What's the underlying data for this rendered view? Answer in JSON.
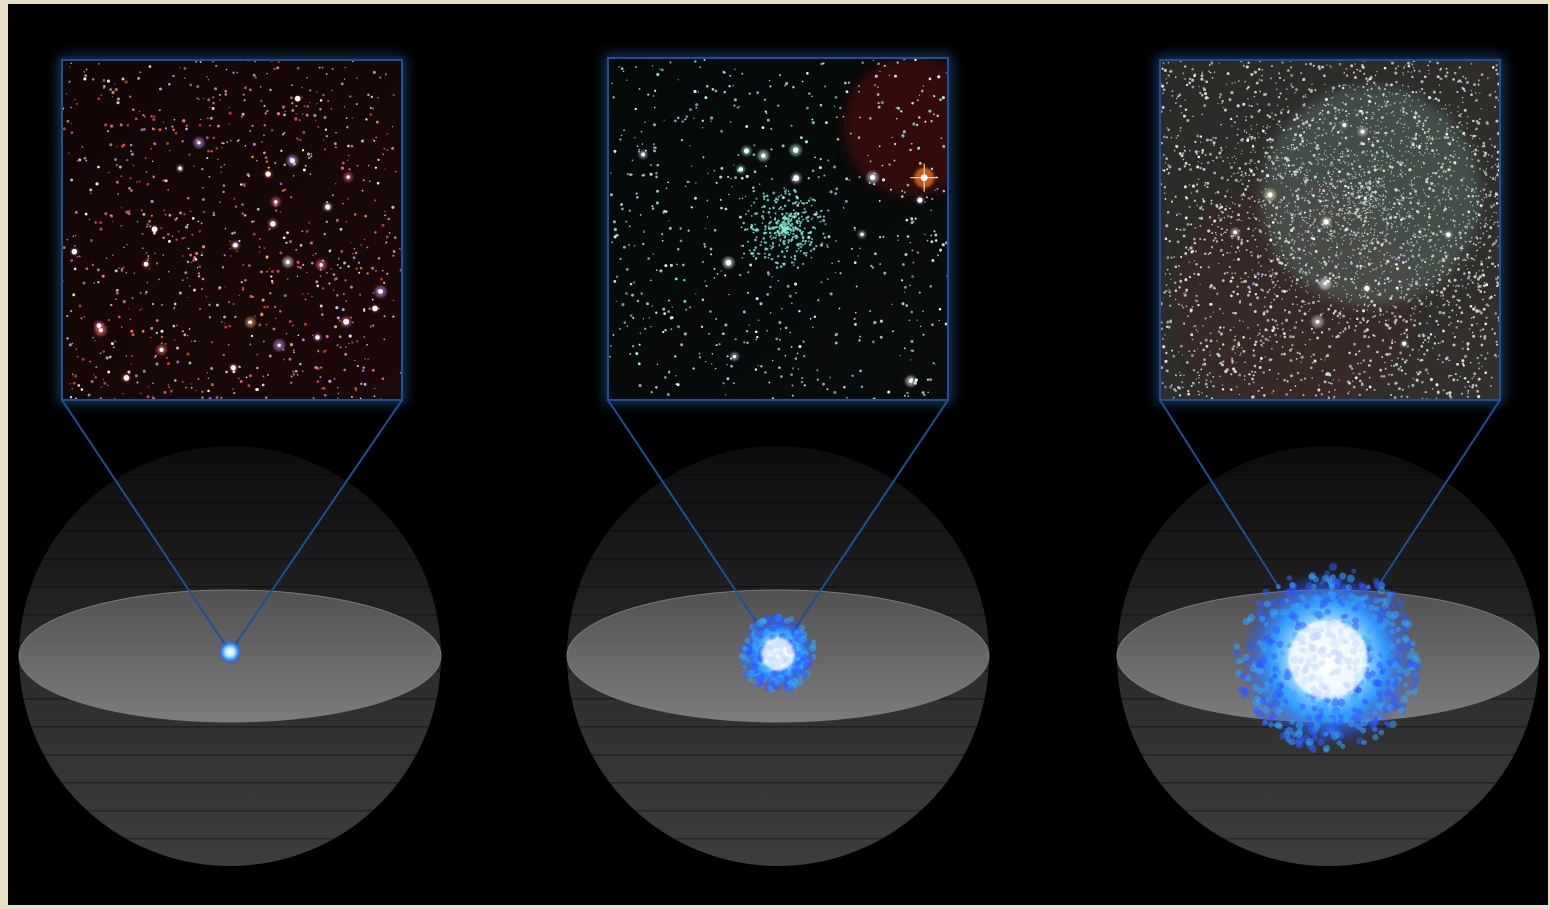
{
  "figure": {
    "background_color": "#000000",
    "frame_color": "#e9dfc6",
    "connector_color": "#1f4f9a",
    "glow_color": "#3aa0ff"
  },
  "panels": [
    {
      "id": "panel-1",
      "inset_image": "distant-galaxy-field-image",
      "inset_palette": "dark-red-field-with-galaxies",
      "star_cluster_size_level": 0.05
    },
    {
      "id": "panel-2",
      "inset_image": "globular-cluster-field-image",
      "inset_palette": "dark-field-with-cyan-cluster",
      "star_cluster_size_level": 0.35
    },
    {
      "id": "panel-3",
      "inset_image": "dense-cluster-field-image",
      "inset_palette": "dense-grey-green-star-field",
      "star_cluster_size_level": 1.0
    }
  ]
}
